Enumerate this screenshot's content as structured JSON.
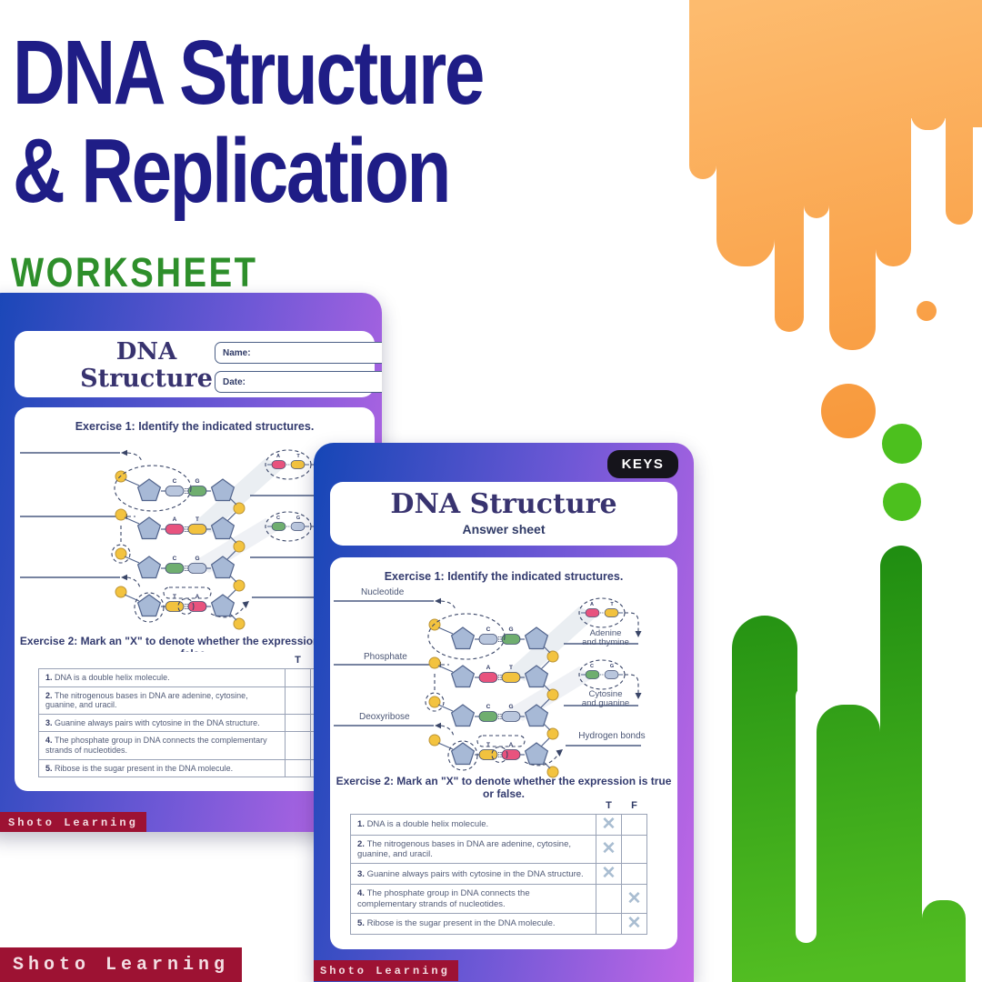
{
  "cover": {
    "title_line1": "DNA Structure",
    "title_line2": "& Replication",
    "subtitle": "WORKSHEET",
    "brand": "Shoto Learning",
    "colors": {
      "title_navy": "#1f1d86",
      "subtitle_green": "#2e8f2b",
      "badge_crimson": "#9d1233",
      "orange_splash": "#f8993c",
      "green_splash": "#2f9e1a"
    }
  },
  "worksheet": {
    "page_title_line1": "DNA",
    "page_title_line2": "Structure",
    "page_title_full": "DNA Structure",
    "answer_sheet_label": "Answer sheet",
    "keys_badge": "KEYS",
    "name_label": "Name:",
    "date_label": "Date:",
    "exercise1_heading": "Exercise 1: Identify the indicated structures.",
    "exercise2_heading": "Exercise 2: Mark an \"X\" to denote whether the expression is true or false.",
    "brand": "Shoto Learning",
    "table": {
      "col_true": "T",
      "col_false": "F",
      "rows": [
        {
          "num": "1.",
          "text": "DNA is a double helix molecule.",
          "answer": "T"
        },
        {
          "num": "2.",
          "text": "The nitrogenous bases in DNA are adenine, cytosine, guanine, and uracil.",
          "answer": "T"
        },
        {
          "num": "3.",
          "text": "Guanine always pairs with cytosine in the DNA structure.",
          "answer": "T"
        },
        {
          "num": "4.",
          "text": "The phosphate group in DNA connects the complementary strands of nucleotides.",
          "answer": "F"
        },
        {
          "num": "5.",
          "text": "Ribose is the sugar present in the DNA molecule.",
          "answer": "F"
        }
      ]
    },
    "diagram": {
      "labels_left": {
        "nucleotide": "Nucleotide",
        "phosphate": "Phosphate",
        "deoxyribose": "Deoxyribose"
      },
      "labels_right": {
        "adenine_thymine_1": "Adenine",
        "adenine_thymine_2": "and thymine",
        "cytosine_guanine_1": "Cytosine",
        "cytosine_guanine_2": "and guanine",
        "hydrogen_bonds": "Hydrogen bonds"
      },
      "base_rows": [
        {
          "left": "C",
          "right": "G"
        },
        {
          "left": "A",
          "right": "T"
        },
        {
          "left": "C",
          "right": "G"
        },
        {
          "left": "T",
          "right": "A"
        }
      ],
      "pairs": [
        {
          "left": "A",
          "right": "T"
        },
        {
          "left": "C",
          "right": "G"
        }
      ],
      "colors": {
        "adenine_pink": "#e8537e",
        "thymine_yellow": "#f2c23e",
        "guanine_green": "#6fae6f",
        "cytosine_slate": "#b9c6dd",
        "pentagon_blue": "#a7b9d6",
        "phosphate_yellow": "#f3c33f"
      }
    }
  }
}
